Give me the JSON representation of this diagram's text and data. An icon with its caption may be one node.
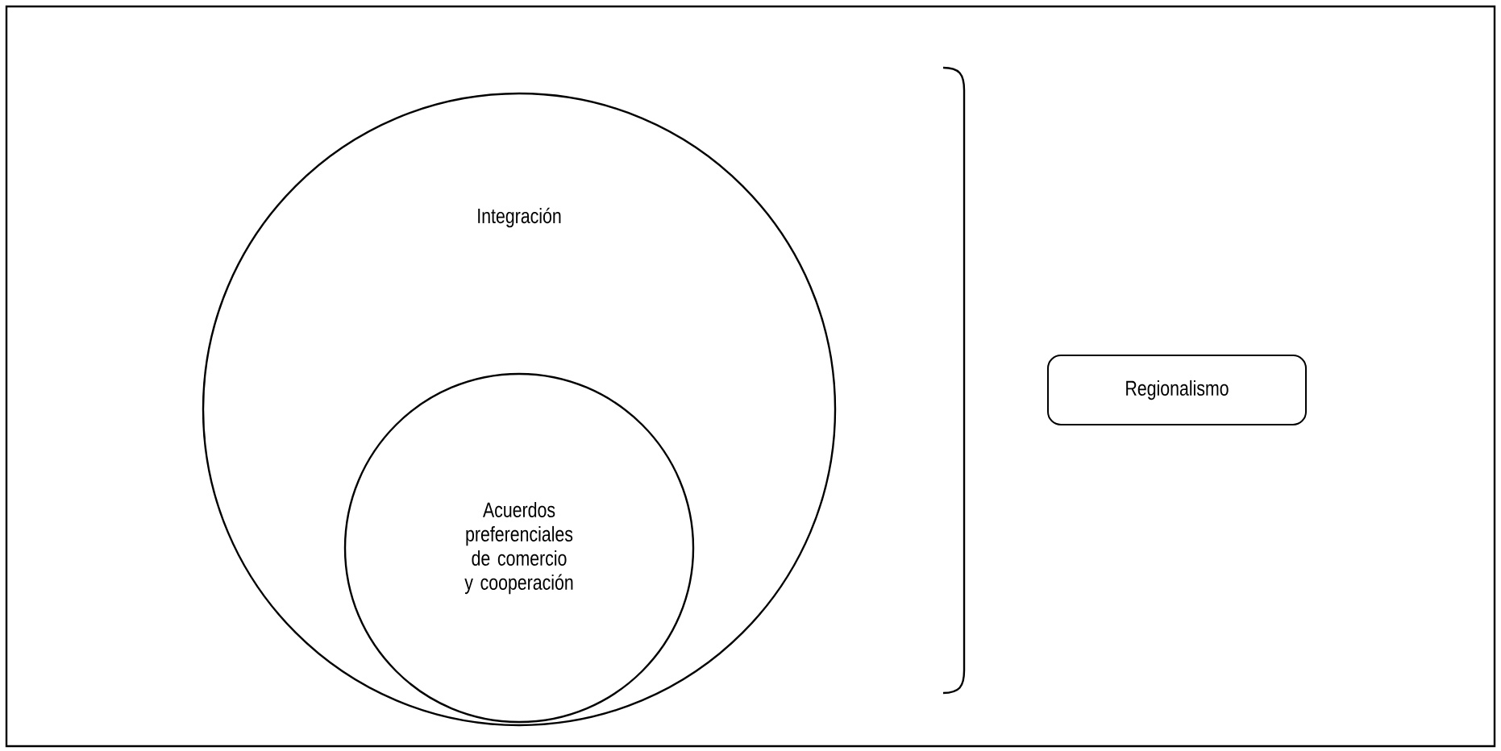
{
  "diagram": {
    "nodes": [
      {
        "text": [
          "Integración"
        ]
      },
      {
        "text": [
          "Acuerdos preferenciales de comercio y cooperación"
        ],
        "in": 0
      },
      {
        "text": [
          "Regionalismo"
        ]
      }
    ]
  }
}
